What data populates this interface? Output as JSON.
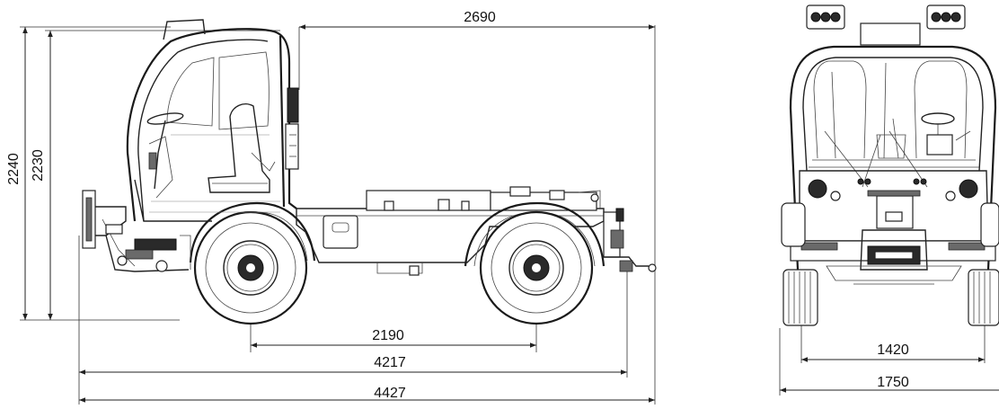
{
  "dimensions": {
    "overall_height": "2240",
    "cab_height": "2230",
    "cab_to_rear": "2690",
    "wheelbase": "2190",
    "body_length": "4217",
    "overall_length": "4427",
    "track_width": "1420",
    "overall_width": "1750"
  },
  "colors": {
    "line": "#1a1a1a",
    "background": "#ffffff"
  }
}
